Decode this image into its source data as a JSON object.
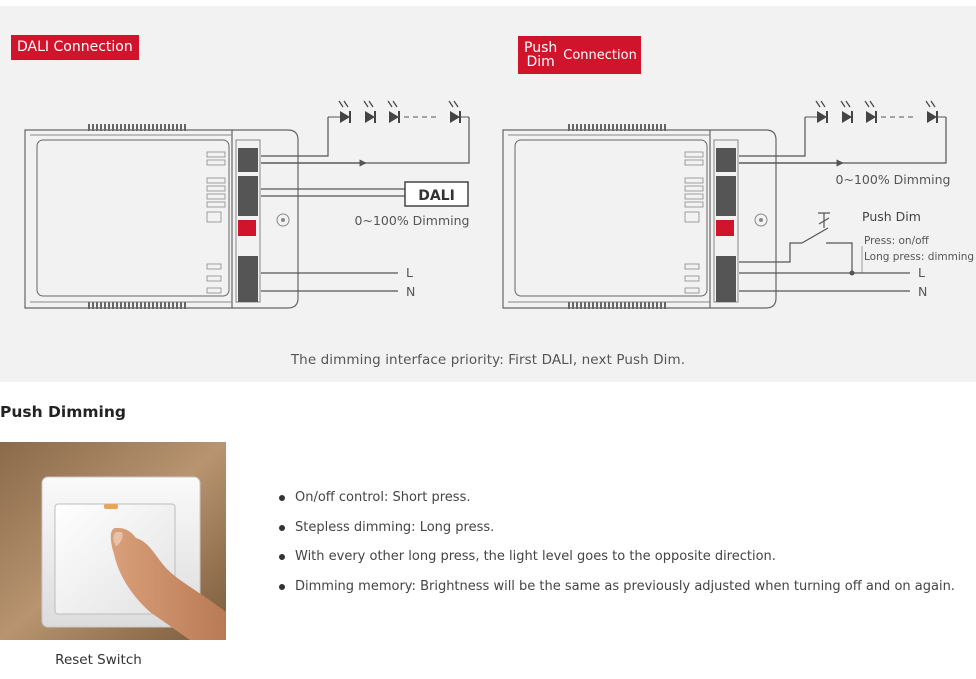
{
  "dali_section": {
    "badge": "DALI Connection",
    "dali_box": "DALI",
    "dimming_label": "0~100% Dimming",
    "live_label": "L",
    "neutral_label": "N"
  },
  "push_section": {
    "badge_top": "Push",
    "badge_bottom": "Dim",
    "badge_right": "Connection",
    "dimming_label": "0~100% Dimming",
    "push_dim_label": "Push Dim",
    "press_note": "Press: on/off",
    "long_press_note": "Long press: dimming",
    "live_label": "L",
    "neutral_label": "N"
  },
  "priority_note": "The dimming interface priority: First DALI, next Push Dim.",
  "section_title": "Push Dimming",
  "photo_caption": "Reset Switch",
  "features": [
    "On/off control: Short press.",
    "Stepless dimming: Long press.",
    "With every other long press, the light level goes to the opposite direction.",
    "Dimming memory: Brightness will be the same as previously adjusted when turning off and on again."
  ],
  "colors": {
    "badge_red": "#d0142c",
    "panel_bg": "#f2f2f2",
    "wire": "#555555"
  }
}
